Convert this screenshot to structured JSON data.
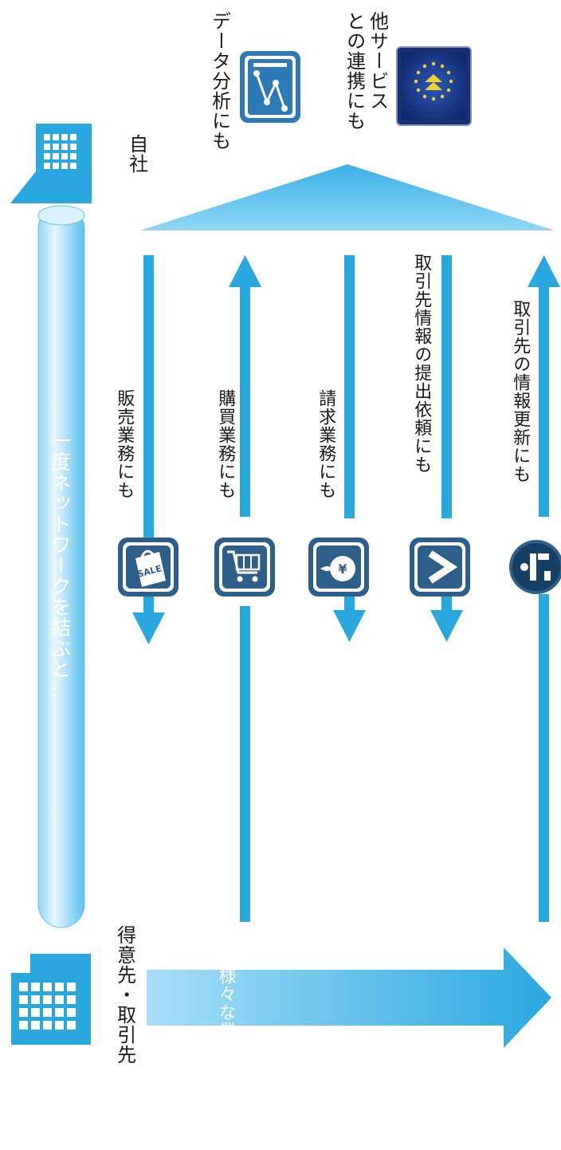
{
  "pipe_label": "一度ネットワークを結ぶと…",
  "company_label": "自社",
  "partner_label": "得意先・取引先",
  "expand_label": "様々な業務に展開可能",
  "extras": {
    "data_analysis": "データ分析にも",
    "other_services": [
      "他サービス",
      "との連携にも"
    ]
  },
  "flows": [
    {
      "label": "販売業務にも",
      "direction": "down",
      "icon": "sale-bag-icon"
    },
    {
      "label": "購買業務にも",
      "direction": "up",
      "icon": "shopping-cart-icon"
    },
    {
      "label": "請求業務にも",
      "direction": "down",
      "icon": "money-bag-icon"
    },
    {
      "label": "取引先情報の提出依頼にも",
      "direction": "down",
      "icon": "arrow-right-icon"
    },
    {
      "label": "取引先の情報更新にも",
      "direction": "up",
      "icon": "info-icon"
    }
  ],
  "colors": {
    "accent": "#29a8e0",
    "dark_blue": "#2c5f8a",
    "light_blue": "#b3e0f7"
  }
}
